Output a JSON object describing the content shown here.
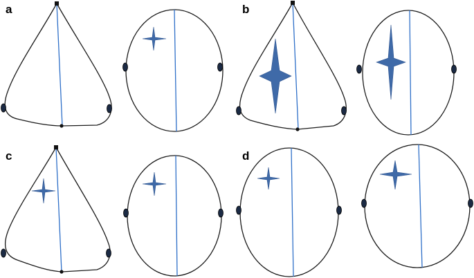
{
  "panels": [
    {
      "label": "a"
    },
    {
      "label": "b"
    },
    {
      "label": "c"
    },
    {
      "label": "d"
    }
  ],
  "colors": {
    "outline": "#1a1a1a",
    "midline": "#2e6fc8",
    "marker": "#3f6aa8",
    "ear": "#1b2a44"
  }
}
